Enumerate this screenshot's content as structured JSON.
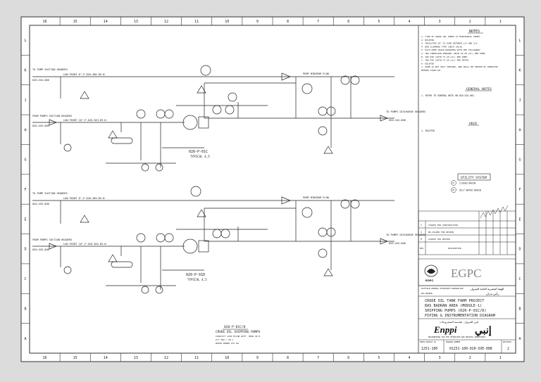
{
  "border": {
    "columns": [
      "16",
      "15",
      "14",
      "13",
      "12",
      "11",
      "10",
      "9",
      "8",
      "7",
      "6",
      "5",
      "4",
      "3",
      "2",
      "1"
    ],
    "rows": [
      "L",
      "K",
      "J",
      "H",
      "G",
      "F",
      "E",
      "D",
      "C",
      "B",
      "A"
    ]
  },
  "notes": {
    "title": "NOTES",
    "items": [
      "1-  TYPE OF CRUDE OIL PUMPS IS HORIZONTAL PUMPS.",
      "2-  DELETED",
      "3-  INSULATED 50\" IS USED BETWEEN 3/2 AND 2/2.",
      "4-  NON SLAMMING TYPE CHECK VALVE.",
      "5-  EACH PUMP TRAIN EQUIPPED WITH THE FOLLOWING:",
      "    A- TWO VIBRATION SENSORS (WITH XI-20 etc) PER PUMP.",
      "    B- TWO RTD (WITH TI-20 etc) PER PUMP.",
      "    C- TWO RTD (WITH TI-20 etc) PER MOTOR.",
      "6-  DELETED",
      "7-  PUMP IS NOT SELF VENTING, AND SHALL BE VENTED BY OPERATOR",
      "    BEFORE START-UP."
    ],
    "general_title": "GENERAL NOTES",
    "general_item": "1-  REFER TO GENERAL NOTE ON 020-XXX-001.",
    "hold_title": "HOLD",
    "hold_item": "1-  DELETED"
  },
  "utility": {
    "title": "UTILITY SYSTEM",
    "items": [
      {
        "code": "CD",
        "label": "CLOSED DRAIN"
      },
      {
        "code": "OW",
        "label": "OILY WATER DRAIN"
      }
    ]
  },
  "pump_c": {
    "tag": "020-P-01C",
    "sub": "TYPICAL 4,5",
    "suction_header": "TO PUMP SUCTION HEADERS",
    "suction_line": "LOW POINT  8\"-P-020-306-B3-N",
    "from_header": "FROM PUMPS SUCTION HEADERS",
    "from_line": "LOW POINT  10\"-P-020-303-B3-N",
    "discharge": "TO PUMPS DISCHARGE HEADERS",
    "discharge_ref": "020-XXX-008",
    "flow": "PUMP MINIMUM FLOW",
    "ref_top": "020-XXX-006",
    "ref_mid": "020-XXX-006"
  },
  "pump_d": {
    "tag": "020-P-01D",
    "sub": "TYPICAL 4,5",
    "suction_header": "TO PUMP SUCTION HEADERS",
    "suction_line": "LOW POINT  8\"-P-020-309-B3-N",
    "from_header": "FROM PUMPS SUCTION HEADERS",
    "from_line": "LOW POINT  10\"-P-020-304-B3-N",
    "discharge": "TO PUMPS DISCHARGE HEADERS",
    "discharge_ref": "020-XXX-008",
    "flow": "PUMP MINIMUM FLOW",
    "ref_top": "020-XXX-006",
    "ref_mid": "020-XXX-006"
  },
  "equipment": {
    "tag": "020-P-01C/D",
    "name": "CRUDE OIL SHIPPING PUMPS",
    "line1": "CAPACITY     1250 M3/HR  DIFF. HEAD 90 M",
    "line2": "P/T           300 / 58 C",
    "line3": "MOTOR POWER 375 kW"
  },
  "revisions": {
    "rows": [
      {
        "rev": "2",
        "desc": "ISSUED FOR CONSTRUCTION"
      },
      {
        "rev": "1",
        "desc": "RE-ISSUED FOR REVIEW"
      },
      {
        "rev": "0",
        "desc": "ISSUED FOR REVIEW"
      }
    ],
    "header_rev": "REV.",
    "header_desc": "DESCRIPTION"
  },
  "client": {
    "logo": "EGPC",
    "logo_small": "EGPC",
    "company_en": "EGYPTIAN GENERAL PETROLEUM CORPORATION",
    "company_ar": "الهيئة المصرية العامة للبترول",
    "location_en": "RAS BADRAN",
    "location_ar": "رأس بدران"
  },
  "title": {
    "line1": "CRUDE OIL TANK FARM PROJECT",
    "line2": "RAS BADRAN AREA (MODULE-1)",
    "line3": "SHIPPING PUMPS (020-P-01C/D)",
    "line4": "PIPING & INSTRUMENTATION DIAGRAM",
    "arabic": "إنبي للبترول - هندسة المشروعات",
    "contractor": "Enppi",
    "contractor_ar": "إنبي",
    "contractor_sub": "ENGINEERING FOR THE PETROLEUM AND PROCESS INDUSTRIES"
  },
  "docinfo": {
    "proj_label": "ENPPI PROJECT No",
    "proj_no": "1251-100",
    "dwg_label": "DRAWING NUMBER",
    "dwg_no": "01251-100-020-XXE-008",
    "rev_label": "REVISION",
    "rev": "2"
  }
}
